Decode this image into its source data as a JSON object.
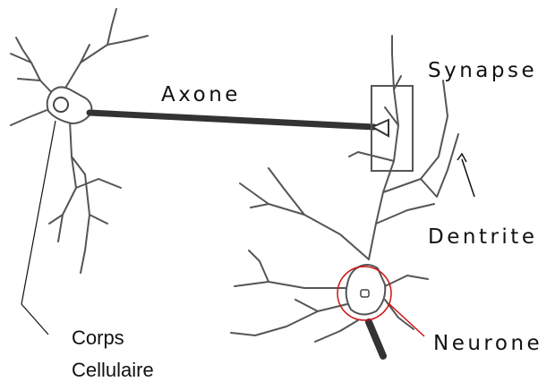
{
  "labels": {
    "axone": "Axone",
    "synapse": "Synapse",
    "dentrite": "Dentrite",
    "neurone": "Neurone",
    "corps_line1": "Corps",
    "corps_line2": "Cellulaire"
  },
  "colors": {
    "ink": "#111111",
    "dendrite": "#555555",
    "axon": "#333333",
    "highlight": "#cc1111"
  }
}
